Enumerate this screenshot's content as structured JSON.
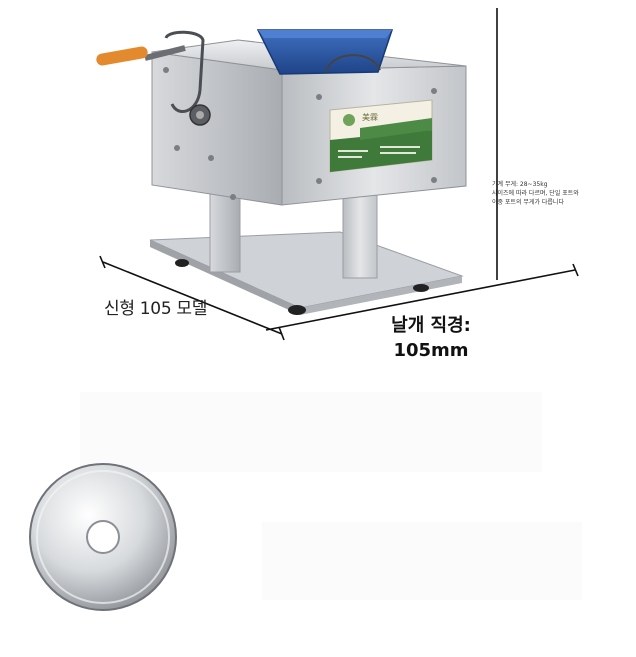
{
  "product": {
    "model_label": "신형 105 모델",
    "blade_diameter_label": "날개 직경:",
    "blade_diameter_value": "105mm",
    "weight_note": {
      "line1": "기계 무게: 28~35kg",
      "line2": "사이즈에 따라 다르며, 단일 포트와",
      "line3": "이중 포트의 무게가 다릅니다"
    },
    "machine_sticker_brand": "美霖"
  },
  "colors": {
    "steel": "#c9ccd0",
    "hopper_blue": "#2c5aa8",
    "handle_orange": "#e38a2e",
    "sticker_green": "#3f7a3a"
  }
}
